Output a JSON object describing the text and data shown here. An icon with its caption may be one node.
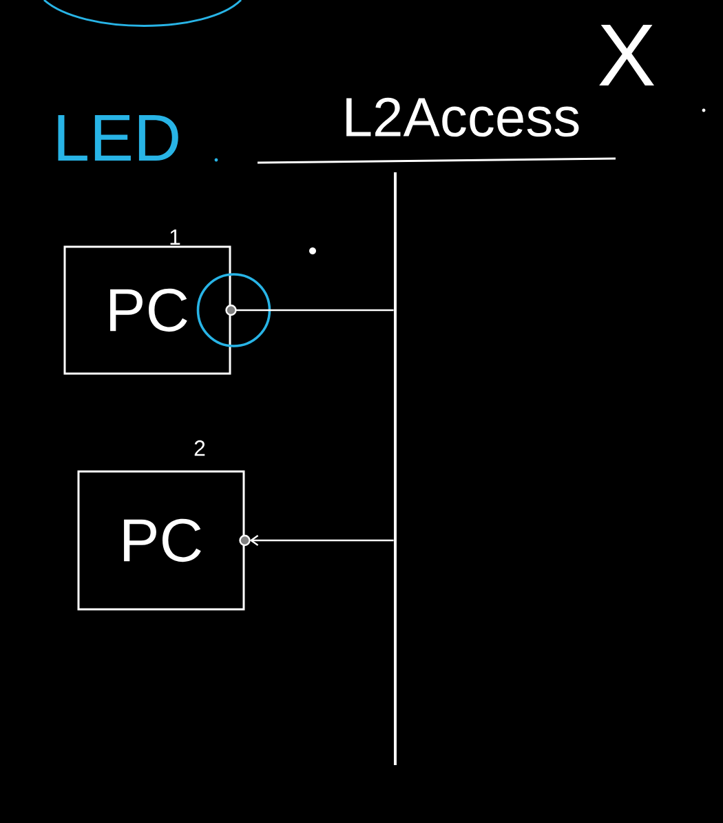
{
  "diagram": {
    "nodes": [
      {
        "text": [
          "L2Access"
        ]
      },
      {
        "text": [],
        "shape": "bar"
      },
      {
        "text": [
          "PC"
        ],
        "beside": [
          "1"
        ]
      },
      {
        "text": [
          "PC"
        ],
        "beside": [
          "2"
        ]
      }
    ],
    "edges": [
      {
        "from": 2,
        "to": 1,
        "arrow": "none"
      },
      {
        "from": 1,
        "to": 3,
        "arrow": "to"
      }
    ],
    "labels": [
      "LED",
      "X"
    ]
  }
}
